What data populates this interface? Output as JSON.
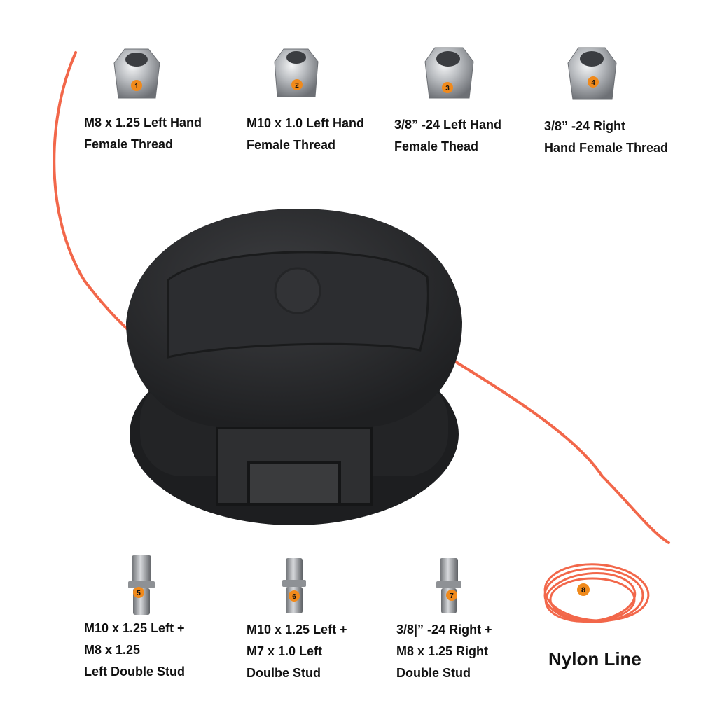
{
  "nuts": [
    {
      "number": "1",
      "line1": "M8 x 1.25 Left Hand",
      "line2": "Female Thread"
    },
    {
      "number": "2",
      "line1": "M10 x 1.0 Left Hand",
      "line2": "Female Thread"
    },
    {
      "number": "3",
      "line1": "3/8”  -24 Left Hand",
      "line2": "Female Thead"
    },
    {
      "number": "4",
      "line1": "3/8”  -24 Right",
      "line2": "Hand Female Thread"
    }
  ],
  "studs": [
    {
      "number": "5",
      "line1": "M10 x 1.25 Left +",
      "line2": "M8 x 1.25",
      "line3": "Left Double Stud"
    },
    {
      "number": "6",
      "line1": "M10 x 1.25 Left +",
      "line2": "M7 x 1.0 Left",
      "line3": "Doulbe Stud"
    },
    {
      "number": "7",
      "line1": "3/8|”  -24 Right +",
      "line2": "M8 x 1.25 Right",
      "line3": "Double  Stud"
    }
  ],
  "nylon": {
    "number": "8",
    "label": "Nylon Line"
  },
  "colors": {
    "badge": "#f08a1c",
    "line": "#f2674a",
    "head": "#2a2b2d",
    "metal": "#b9bcc0"
  }
}
